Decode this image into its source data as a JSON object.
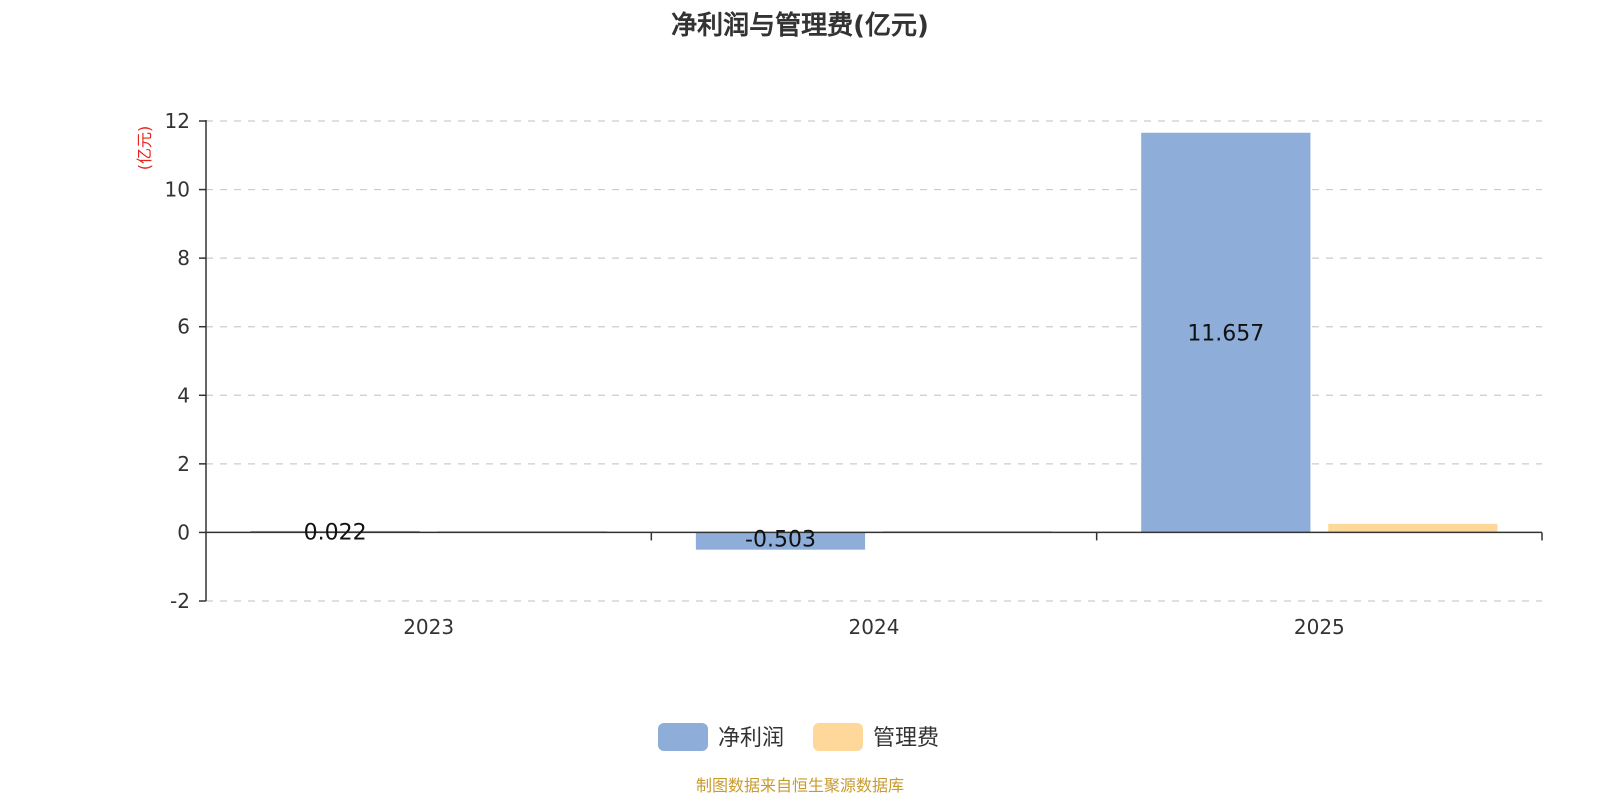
{
  "chart_data": {
    "type": "bar",
    "title": "净利润与管理费(亿元)",
    "ylabel": "(亿元)",
    "xlabel": "",
    "categories": [
      "2023",
      "2024",
      "2025"
    ],
    "series": [
      {
        "name": "净利润",
        "values": [
          0.022,
          -0.503,
          11.657
        ],
        "color": "#8eadd9"
      },
      {
        "name": "管理费",
        "values": [
          0.02,
          0.03,
          0.25
        ],
        "color": "#fdd89a"
      }
    ],
    "data_labels": [
      "0.022",
      "-0.503",
      "11.657"
    ],
    "ylim": [
      -2,
      12
    ],
    "yticks": [
      -2,
      0,
      2,
      4,
      6,
      8,
      10,
      12
    ],
    "grid": true,
    "grid_style": "dashed",
    "legend_position": "bottom-center",
    "source": "制图数据来自恒生聚源数据库",
    "colors": {
      "title": "#333333",
      "axis": "#333333",
      "grid": "#cccccc",
      "unit": "#e8231c",
      "source": "#c99a2e"
    }
  }
}
